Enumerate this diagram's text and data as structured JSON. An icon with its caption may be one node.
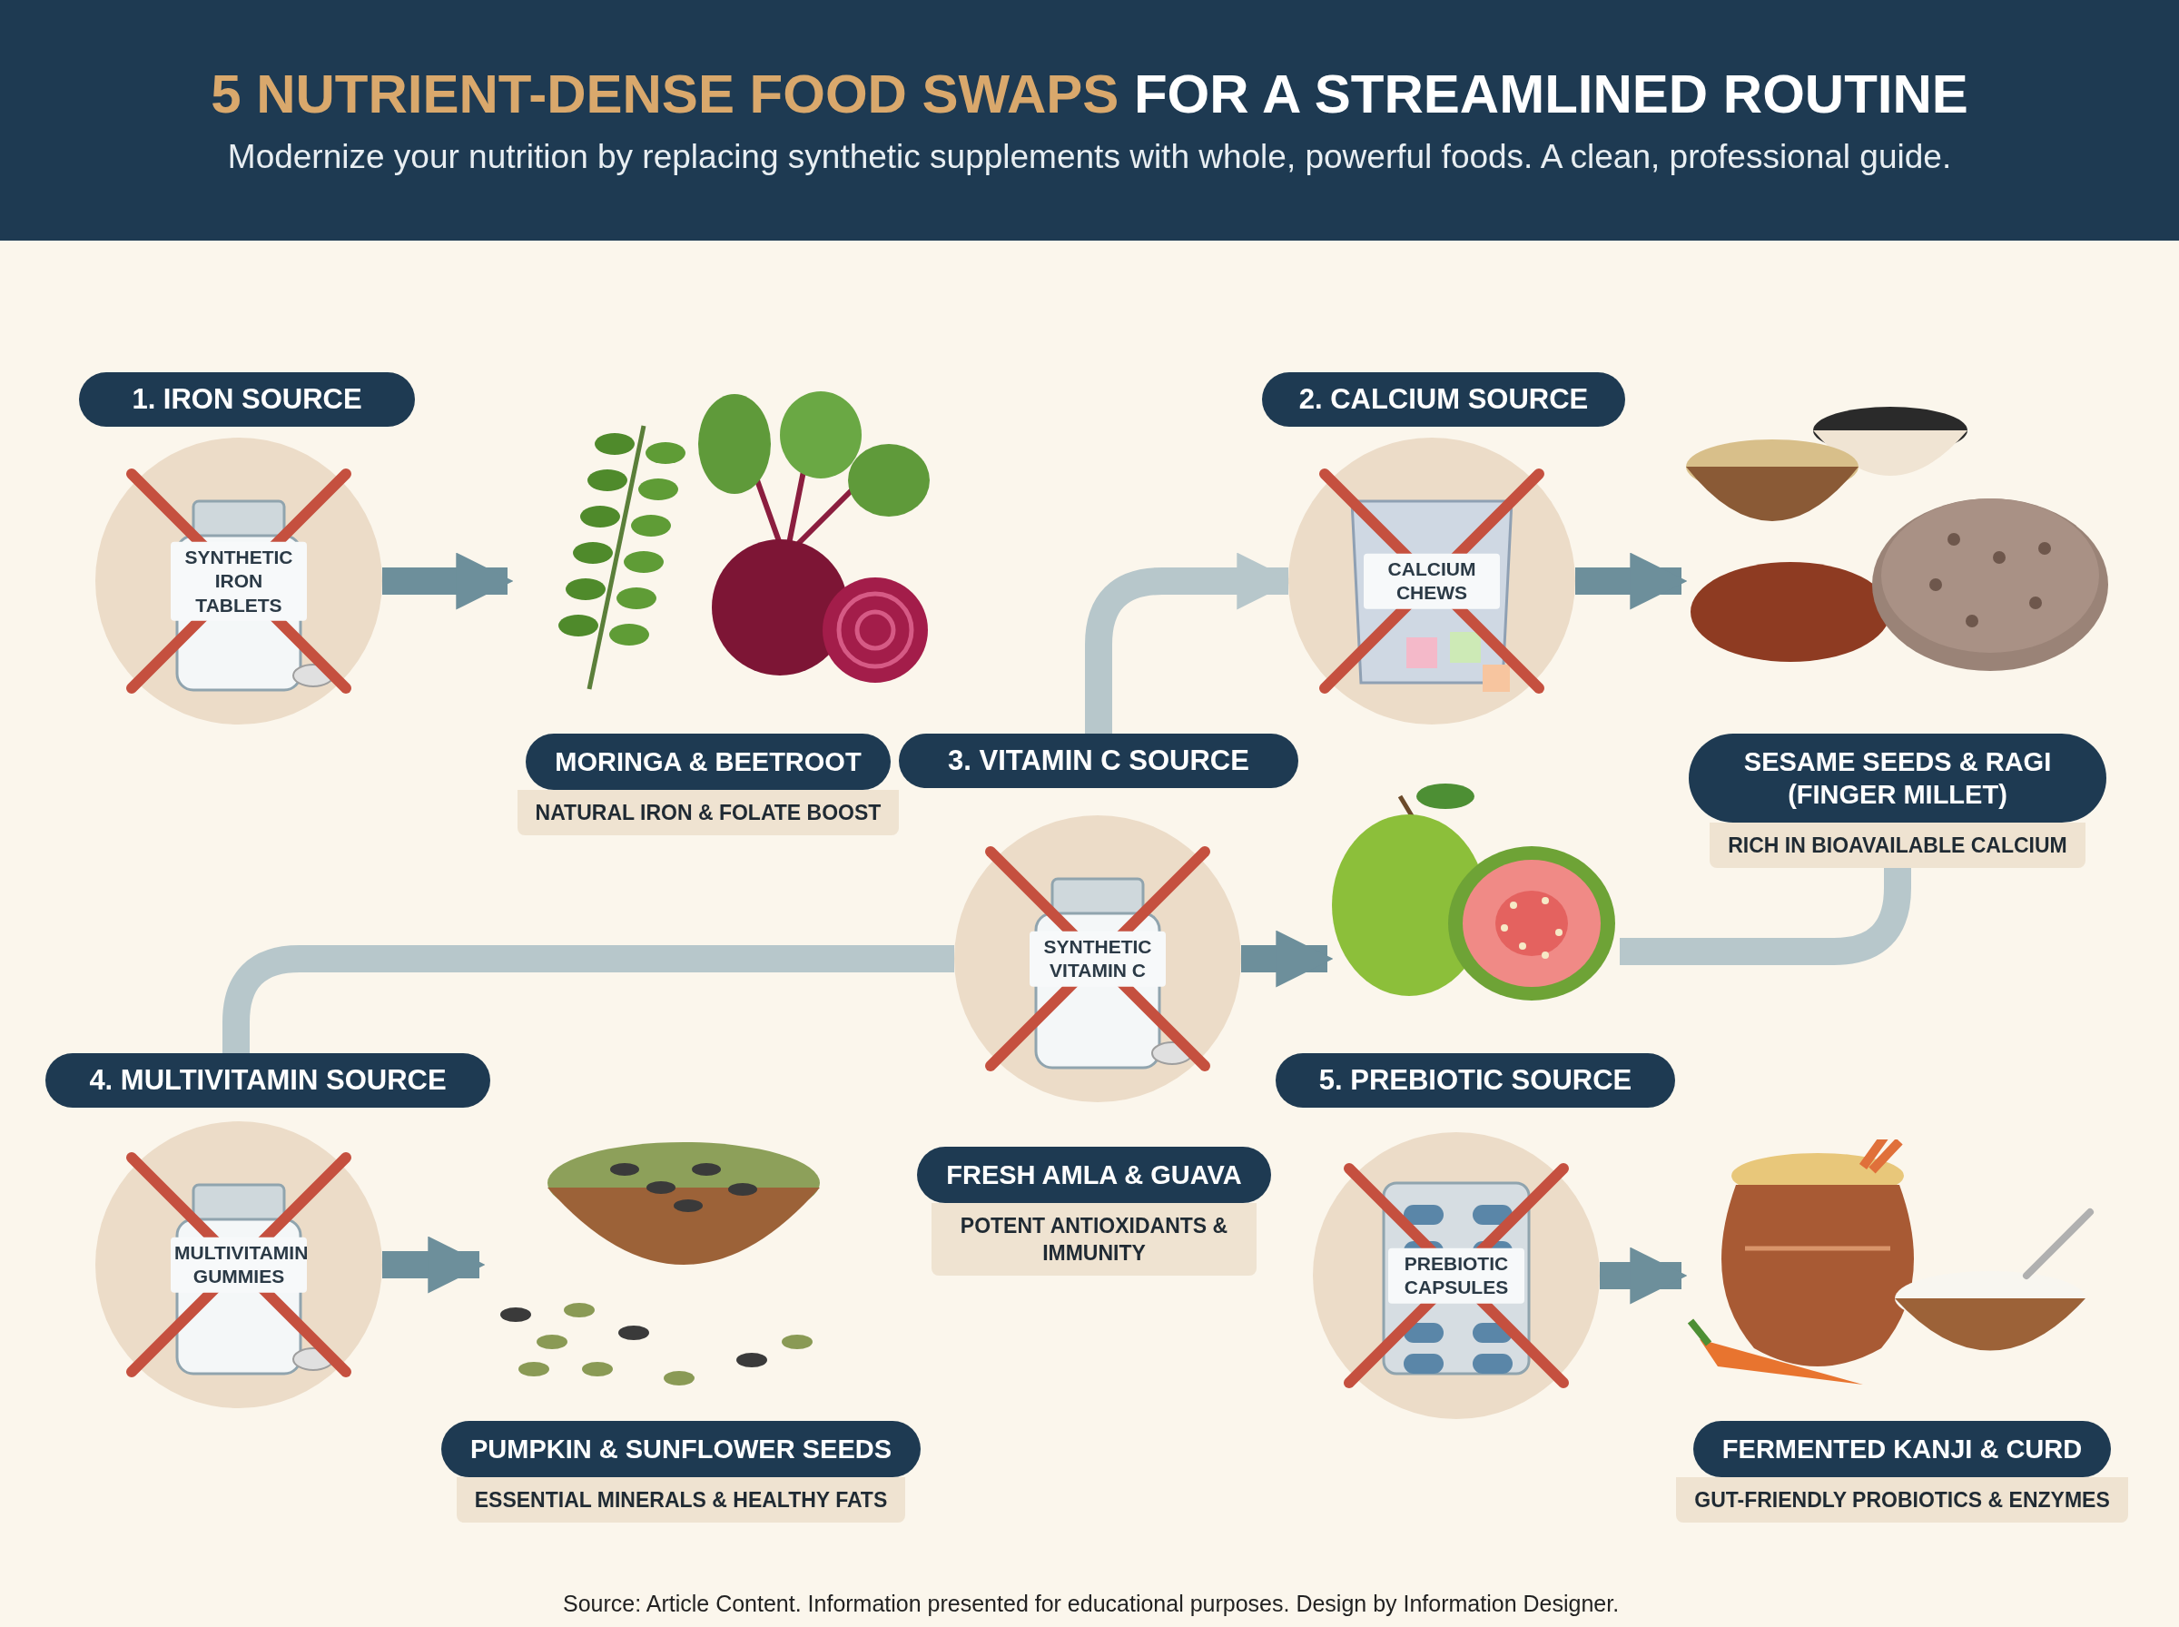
{
  "diagram": {
    "title": "**5 NUTRIENT-DENSE FOOD SWAPS** FOR A STREAMLINED ROUTINE",
    "nodes": [
      {
        "text": [
          "1. IRON SOURCE"
        ]
      },
      {
        "text": [
          "SYNTHETIC IRON TABLETS"
        ]
      },
      {
        "text": [],
        "shape": "picture"
      },
      {
        "text": [
          "MORINGA & BEETROOT",
          "NATURAL IRON & FOLATE BOOST"
        ]
      },
      {
        "text": [
          "2. CALCIUM SOURCE"
        ]
      },
      {
        "text": [
          "CALCIUM CHEWS"
        ]
      },
      {
        "text": [],
        "shape": "picture"
      },
      {
        "text": [
          "SESAME SEEDS & RAGI (FINGER MILLET)",
          "RICH IN BIOAVAILABLE CALCIUM"
        ]
      },
      {
        "text": [
          "3. VITAMIN C SOURCE"
        ]
      },
      {
        "text": [
          "SYNTHETIC VITAMIN C"
        ]
      },
      {
        "text": [],
        "shape": "picture"
      },
      {
        "text": [
          "FRESH AMLA & GUAVA",
          "POTENT ANTIOXIDANTS & IMMUNITY"
        ]
      },
      {
        "text": [
          "4. MULTIVITAMIN SOURCE"
        ]
      },
      {
        "text": [
          "MULTIVITAMIN GUMMIES"
        ]
      },
      {
        "text": [],
        "shape": "picture"
      },
      {
        "text": [
          "PUMPKIN & SUNFLOWER SEEDS",
          "ESSENTIAL MINERALS & HEALTHY FATS"
        ]
      },
      {
        "text": [
          "5. PREBIOTIC SOURCE"
        ]
      },
      {
        "text": [
          "PREBIOTIC CAPSULES"
        ]
      },
      {
        "text": [],
        "shape": "picture"
      },
      {
        "text": [
          "FERMENTED KANJI & CURD",
          "GUT-FRIENDLY PROBIOTICS & ENZYMES"
        ]
      }
    ],
    "edges": [
      {
        "from": 1,
        "to": 2,
        "arrow": "to"
      },
      {
        "from": 5,
        "to": 6,
        "arrow": "to"
      },
      {
        "from": 9,
        "to": 10,
        "arrow": "to"
      },
      {
        "from": 13,
        "to": 14,
        "arrow": "to"
      },
      {
        "from": 17,
        "to": 18,
        "arrow": "to"
      },
      {
        "from": 8,
        "to": 5,
        "arrow": "to",
        "color": "#b7c7cb"
      },
      {
        "from": 7,
        "to": 10,
        "arrow": "none",
        "color": "#b7c7cb"
      },
      {
        "from": 9,
        "to": 12,
        "arrow": "none",
        "color": "#b7c7cb"
      }
    ],
    "labels": [
      "Modernize your nutrition by replacing synthetic supplements with whole, powerful foods. A clean, professional guide.",
      "Source: Article Content. Information presented for educational purposes. Design by Information Designer."
    ]
  }
}
